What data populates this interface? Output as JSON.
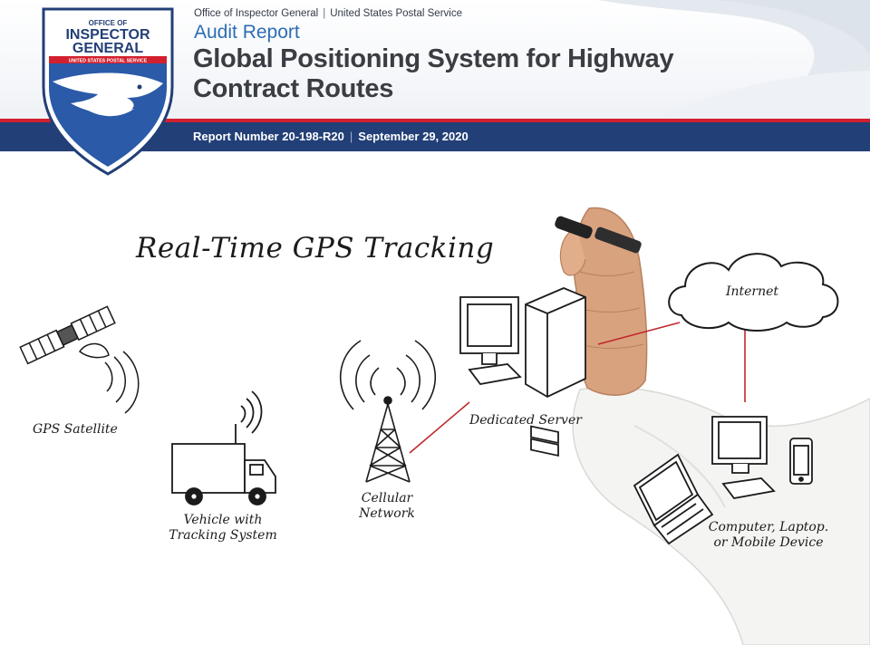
{
  "header": {
    "seal": {
      "top_small": "OFFICE OF",
      "line1": "INSPECTOR",
      "line2": "GENERAL",
      "ribbon": "UNITED STATES POSTAL SERVICE"
    },
    "organization": "Office of Inspector General",
    "separator": "|",
    "agency": "United States Postal Service",
    "document_kind": "Audit Report",
    "title_line1": "Global Positioning System for Highway",
    "title_line2": "Contract Routes",
    "report_number": "Report Number 20-198-R20",
    "report_date": "September 29, 2020"
  },
  "figure": {
    "title": "Real-Time GPS Tracking",
    "labels": {
      "gps_satellite": "GPS Satellite",
      "vehicle_line1": "Vehicle with",
      "vehicle_line2": "Tracking System",
      "cellular_line1": "Cellular",
      "cellular_line2": "Network",
      "server": "Dedicated Server",
      "internet": "Internet",
      "devices_line1": "Computer, Laptop.",
      "devices_line2": "or Mobile Device"
    }
  },
  "colors": {
    "usps_blue": "#223f77",
    "accent_red": "#d3202f",
    "title_blue": "#2d6db5",
    "connector_red": "#c0282d"
  },
  "icons": [
    "oig-shield-logo",
    "satellite-icon",
    "truck-icon",
    "cell-tower-icon",
    "server-icon",
    "monitor-icon",
    "cloud-icon",
    "laptop-icon",
    "phone-icon",
    "hand-with-marker"
  ]
}
